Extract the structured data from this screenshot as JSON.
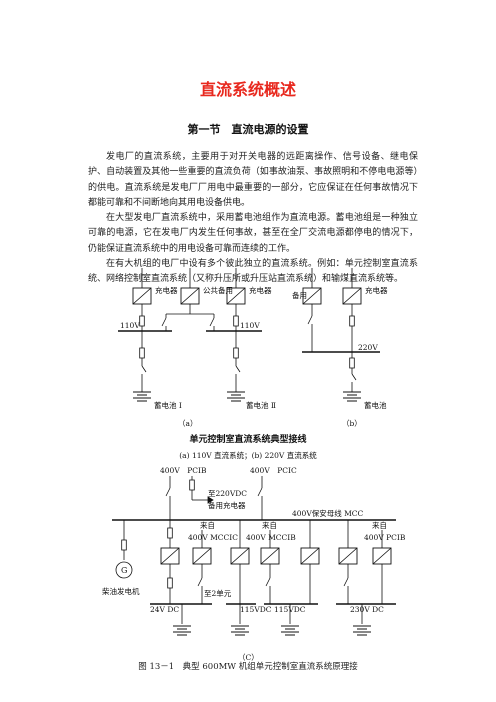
{
  "title": "直流系统概述",
  "section": "第一节　直流电源的设置",
  "paragraphs": [
    "发电厂的直流系统，主要用于对开关电器的远距离操作、信号设备、继电保护、自动装置及其他一些重要的直流负荷（如事故油泵、事故照明和不停电电源等）的供电。直流系统是发电厂厂用电中最重要的一部分，它应保证在任何事故情况下都能可靠和不间断地向其用电设备供电。",
    "在大型发电厂直流系统中，采用蓄电池组作为直流电源。蓄电池组是一种独立可靠的电源，它在发电厂内发生任何事故，甚至在全厂交流电源都停电的情况下，仍能保证直流系统中的用电设备可靠而连续的工作。",
    "在有大机组的电厂中设有多个彼此独立的直流系统。例如：单元控制室直流系统、网络控制室直流系统（又称升压所或升压站直流系统）和输煤直流系统等。"
  ],
  "diagram_a": {
    "charger1": "充电器",
    "common": "公共备用",
    "charger2": "充电器",
    "bus1": "110V",
    "bus2": "110V",
    "battery1": "蓄电池 Ⅰ",
    "battery2": "蓄电池 Ⅱ",
    "label": "（a）"
  },
  "diagram_b": {
    "standby": "备用",
    "charger": "充电器",
    "bus": "220V",
    "battery": "蓄电池",
    "label": "（b）"
  },
  "figure_title": "单元控制室直流系统典型接线",
  "figure_subtitle": "(a) 110V 直流系统；(b) 220V 直流系统",
  "diagram_c": {
    "pc1": "400V　PCIB",
    "pc2": "400V　PCIC",
    "to_charger_1": "至220VDC",
    "to_charger_2": "备用充电器",
    "mcc": "400V保安母线 MCC",
    "from1a": "来自",
    "from1b": "400V MCCIC",
    "from2a": "来自",
    "from2b": "400V MCCIB",
    "from3a": "来自",
    "from3b": "400V PCIB",
    "diesel": "柴油发电机",
    "gen": "G",
    "to_unit2": "至2单元",
    "dc24": "24V DC",
    "dc115a": "115VDC",
    "dc115b": "115VDC",
    "dc230": "230V DC",
    "label": "（C）"
  },
  "caption": "图 13－1　典型 600MW 机组单元控制室直流系统原理接"
}
